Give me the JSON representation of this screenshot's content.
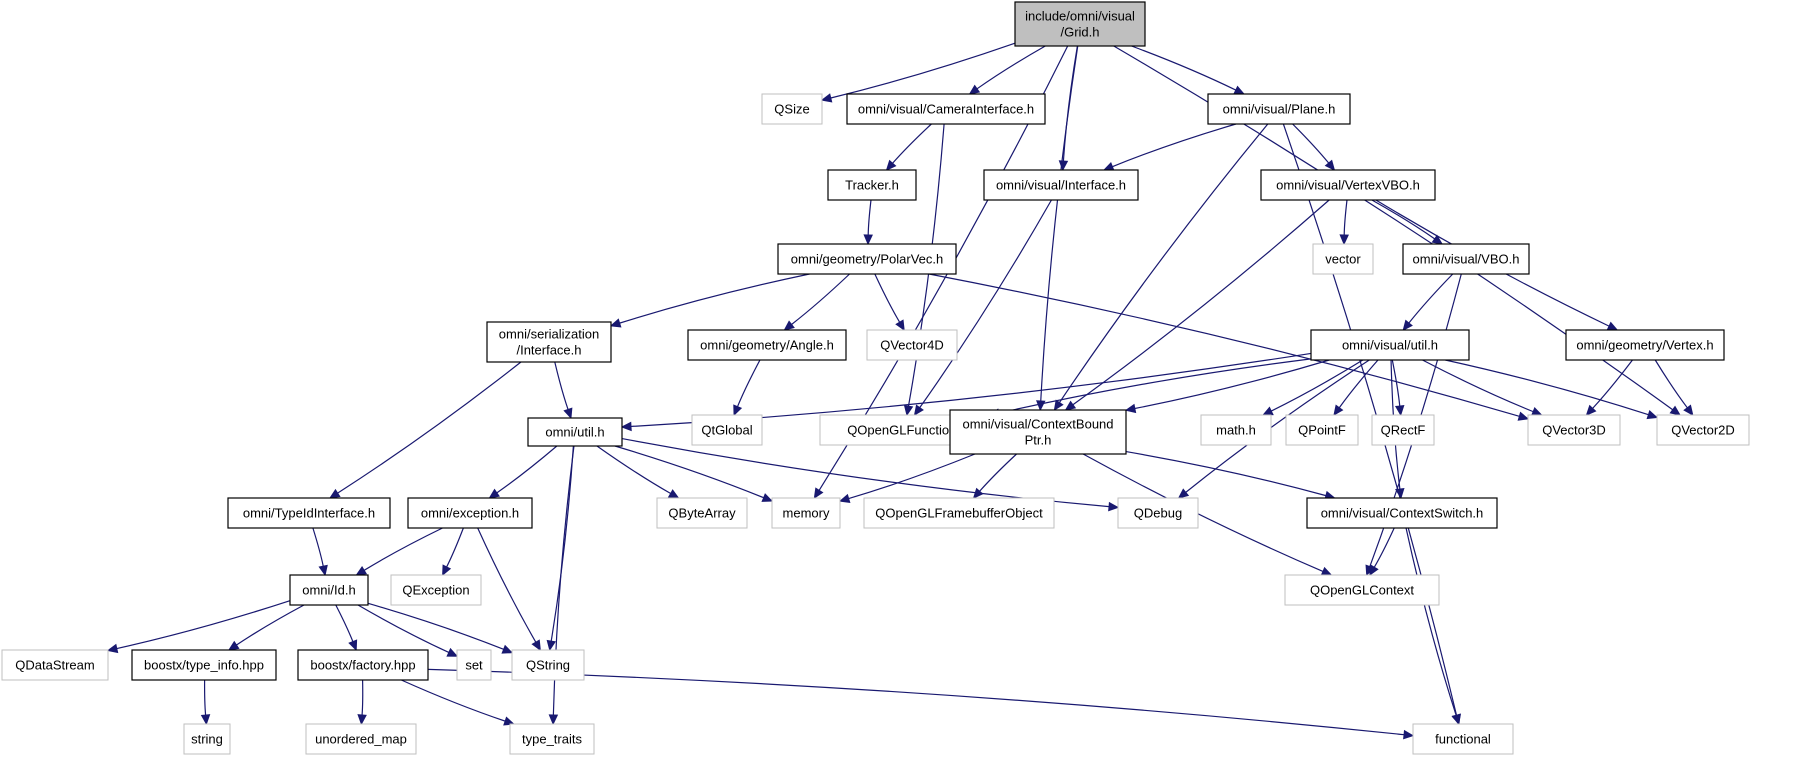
{
  "colors": {
    "edge": "#191970",
    "root_fill": "#bfbfbf",
    "documented_border": "#000000",
    "external_border": "#bfbfbf",
    "text": "#000000"
  },
  "nodes": [
    {
      "id": "grid",
      "lines": [
        "include/omni/visual",
        "/Grid.h"
      ],
      "kind": "root"
    },
    {
      "id": "qsize",
      "lines": [
        "QSize"
      ],
      "kind": "external"
    },
    {
      "id": "camint",
      "lines": [
        "omni/visual/CameraInterface.h"
      ],
      "kind": "documented"
    },
    {
      "id": "plane",
      "lines": [
        "omni/visual/Plane.h"
      ],
      "kind": "documented"
    },
    {
      "id": "tracker",
      "lines": [
        "Tracker.h"
      ],
      "kind": "documented"
    },
    {
      "id": "visint",
      "lines": [
        "omni/visual/Interface.h"
      ],
      "kind": "documented"
    },
    {
      "id": "vertexvbo",
      "lines": [
        "omni/visual/VertexVBO.h"
      ],
      "kind": "documented"
    },
    {
      "id": "polarvec",
      "lines": [
        "omni/geometry/PolarVec.h"
      ],
      "kind": "documented"
    },
    {
      "id": "vector",
      "lines": [
        "vector"
      ],
      "kind": "external"
    },
    {
      "id": "vbo",
      "lines": [
        "omni/visual/VBO.h"
      ],
      "kind": "documented"
    },
    {
      "id": "serint",
      "lines": [
        "omni/serialization",
        "/Interface.h"
      ],
      "kind": "documented"
    },
    {
      "id": "angle",
      "lines": [
        "omni/geometry/Angle.h"
      ],
      "kind": "documented"
    },
    {
      "id": "qvector4d",
      "lines": [
        "QVector4D"
      ],
      "kind": "external"
    },
    {
      "id": "visutil",
      "lines": [
        "omni/visual/util.h"
      ],
      "kind": "documented"
    },
    {
      "id": "vertex",
      "lines": [
        "omni/geometry/Vertex.h"
      ],
      "kind": "documented"
    },
    {
      "id": "util",
      "lines": [
        "omni/util.h"
      ],
      "kind": "documented"
    },
    {
      "id": "qtglobal",
      "lines": [
        "QtGlobal"
      ],
      "kind": "external"
    },
    {
      "id": "qoglfunc",
      "lines": [
        "QOpenGLFunctions"
      ],
      "kind": "external"
    },
    {
      "id": "ctxbound",
      "lines": [
        "omni/visual/ContextBound",
        "Ptr.h"
      ],
      "kind": "documented"
    },
    {
      "id": "mathh",
      "lines": [
        "math.h"
      ],
      "kind": "external"
    },
    {
      "id": "qpointf",
      "lines": [
        "QPointF"
      ],
      "kind": "external"
    },
    {
      "id": "qrectf",
      "lines": [
        "QRectF"
      ],
      "kind": "external"
    },
    {
      "id": "qvector3d",
      "lines": [
        "QVector3D"
      ],
      "kind": "external"
    },
    {
      "id": "qvector2d",
      "lines": [
        "QVector2D"
      ],
      "kind": "external"
    },
    {
      "id": "typeid",
      "lines": [
        "omni/TypeIdInterface.h"
      ],
      "kind": "documented"
    },
    {
      "id": "exception",
      "lines": [
        "omni/exception.h"
      ],
      "kind": "documented"
    },
    {
      "id": "qbytearray",
      "lines": [
        "QByteArray"
      ],
      "kind": "external"
    },
    {
      "id": "memory",
      "lines": [
        "memory"
      ],
      "kind": "external"
    },
    {
      "id": "qoglfbo",
      "lines": [
        "QOpenGLFramebufferObject"
      ],
      "kind": "external"
    },
    {
      "id": "qdebug",
      "lines": [
        "QDebug"
      ],
      "kind": "external"
    },
    {
      "id": "ctxswitch",
      "lines": [
        "omni/visual/ContextSwitch.h"
      ],
      "kind": "documented"
    },
    {
      "id": "idh",
      "lines": [
        "omni/Id.h"
      ],
      "kind": "documented"
    },
    {
      "id": "qexception",
      "lines": [
        "QException"
      ],
      "kind": "external"
    },
    {
      "id": "qoglctx",
      "lines": [
        "QOpenGLContext"
      ],
      "kind": "external"
    },
    {
      "id": "qdatastream",
      "lines": [
        "QDataStream"
      ],
      "kind": "external"
    },
    {
      "id": "typeinfo",
      "lines": [
        "boostx/type_info.hpp"
      ],
      "kind": "documented"
    },
    {
      "id": "factory",
      "lines": [
        "boostx/factory.hpp"
      ],
      "kind": "documented"
    },
    {
      "id": "set",
      "lines": [
        "set"
      ],
      "kind": "external"
    },
    {
      "id": "qstring",
      "lines": [
        "QString"
      ],
      "kind": "external"
    },
    {
      "id": "string",
      "lines": [
        "string"
      ],
      "kind": "external"
    },
    {
      "id": "unordmap",
      "lines": [
        "unordered_map"
      ],
      "kind": "external"
    },
    {
      "id": "typetraits",
      "lines": [
        "type_traits"
      ],
      "kind": "external"
    },
    {
      "id": "functional",
      "lines": [
        "functional"
      ],
      "kind": "external"
    }
  ],
  "edges": [
    [
      "grid",
      "qsize"
    ],
    [
      "grid",
      "camint"
    ],
    [
      "grid",
      "plane"
    ],
    [
      "grid",
      "visint"
    ],
    [
      "grid",
      "memory"
    ],
    [
      "grid",
      "ctxbound"
    ],
    [
      "grid",
      "qvector2d"
    ],
    [
      "camint",
      "tracker"
    ],
    [
      "camint",
      "qoglfunc"
    ],
    [
      "plane",
      "visint"
    ],
    [
      "plane",
      "vertexvbo"
    ],
    [
      "plane",
      "ctxbound"
    ],
    [
      "plane",
      "functional"
    ],
    [
      "tracker",
      "polarvec"
    ],
    [
      "visint",
      "qoglfunc"
    ],
    [
      "vertexvbo",
      "vector"
    ],
    [
      "vertexvbo",
      "vbo"
    ],
    [
      "vertexvbo",
      "vertex"
    ],
    [
      "vertexvbo",
      "ctxbound"
    ],
    [
      "polarvec",
      "serint"
    ],
    [
      "polarvec",
      "angle"
    ],
    [
      "polarvec",
      "qvector4d"
    ],
    [
      "polarvec",
      "qvector3d"
    ],
    [
      "vbo",
      "visutil"
    ],
    [
      "vbo",
      "qoglctx"
    ],
    [
      "serint",
      "util"
    ],
    [
      "serint",
      "typeid"
    ],
    [
      "angle",
      "qtglobal"
    ],
    [
      "visutil",
      "util"
    ],
    [
      "visutil",
      "qoglfunc"
    ],
    [
      "visutil",
      "ctxbound"
    ],
    [
      "visutil",
      "qdebug"
    ],
    [
      "visutil",
      "mathh"
    ],
    [
      "visutil",
      "qpointf"
    ],
    [
      "visutil",
      "qrectf"
    ],
    [
      "visutil",
      "qvector3d"
    ],
    [
      "visutil",
      "qvector2d"
    ],
    [
      "visutil",
      "ctxswitch"
    ],
    [
      "vertex",
      "qvector3d"
    ],
    [
      "vertex",
      "qvector2d"
    ],
    [
      "util",
      "exception"
    ],
    [
      "util",
      "qbytearray"
    ],
    [
      "util",
      "memory"
    ],
    [
      "util",
      "qdebug"
    ],
    [
      "util",
      "qstring"
    ],
    [
      "util",
      "typetraits"
    ],
    [
      "ctxbound",
      "memory"
    ],
    [
      "ctxbound",
      "qoglfbo"
    ],
    [
      "ctxbound",
      "ctxswitch"
    ],
    [
      "ctxbound",
      "qoglctx"
    ],
    [
      "typeid",
      "idh"
    ],
    [
      "exception",
      "idh"
    ],
    [
      "exception",
      "qexception"
    ],
    [
      "exception",
      "qstring"
    ],
    [
      "ctxswitch",
      "qoglctx"
    ],
    [
      "ctxswitch",
      "functional"
    ],
    [
      "idh",
      "qdatastream"
    ],
    [
      "idh",
      "typeinfo"
    ],
    [
      "idh",
      "factory"
    ],
    [
      "idh",
      "set"
    ],
    [
      "idh",
      "qstring"
    ],
    [
      "typeinfo",
      "string"
    ],
    [
      "factory",
      "unordmap"
    ],
    [
      "factory",
      "typetraits"
    ],
    [
      "factory",
      "functional"
    ]
  ]
}
